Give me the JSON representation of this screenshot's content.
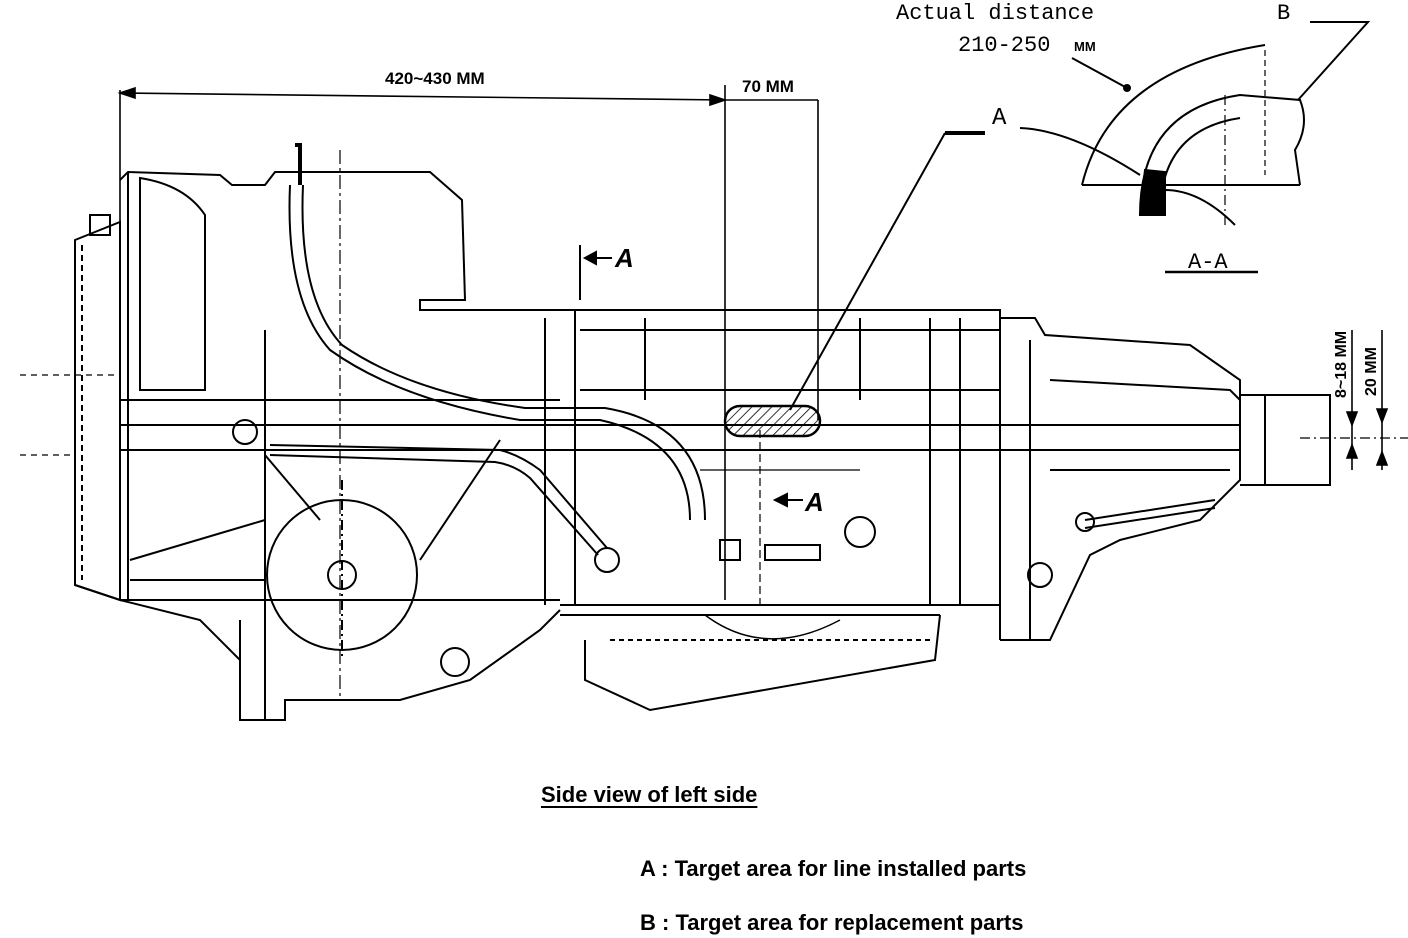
{
  "dimensions": {
    "overall_length": "420~430 MM",
    "target_width": "70 MM",
    "height_range": "8~18 MM",
    "height_fixed": "20 MM"
  },
  "section_view": {
    "distance_label": "Actual distance",
    "distance_value": "210-250",
    "distance_unit": "MM",
    "label_a": "A",
    "label_b": "B",
    "section_title": "A-A"
  },
  "section_markers": {
    "marker_a_upper": "A",
    "marker_a_lower": "A"
  },
  "caption": "Side view of left side",
  "legend": [
    "A :  Target area for line installed parts",
    "B : Target area for replacement parts"
  ],
  "colors": {
    "ink": "#000000",
    "paper": "#ffffff"
  }
}
